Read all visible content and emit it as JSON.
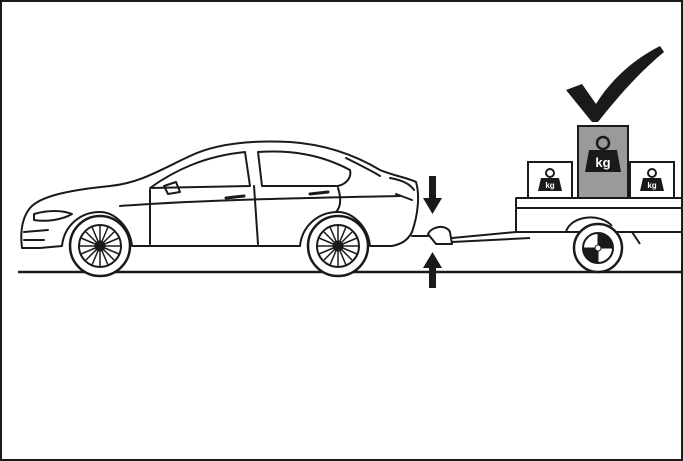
{
  "diagram": {
    "weights": {
      "small_left_label": "kg",
      "large_center_label": "kg",
      "small_right_label": "kg"
    },
    "colors": {
      "line": "#1a1a1a",
      "highlight_weight": "#9a9a9a",
      "background": "#ffffff"
    },
    "indicators": [
      "checkmark-icon",
      "down-arrow-icon",
      "up-arrow-icon"
    ]
  }
}
